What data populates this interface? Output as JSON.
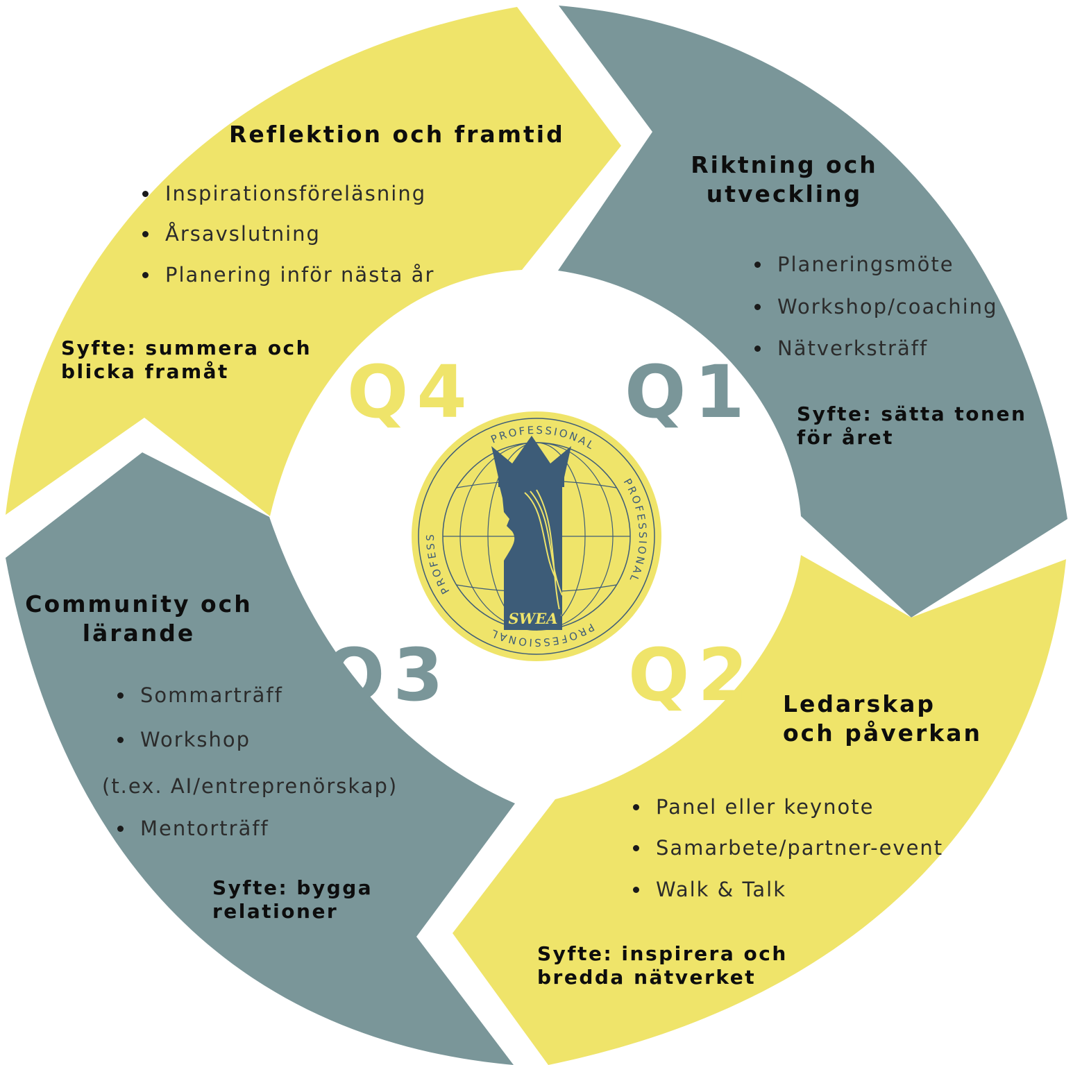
{
  "colors": {
    "yellow": "#efe46a",
    "slate": "#7a9699",
    "navy": "#3d5c78",
    "text": "#0d0d0d"
  },
  "quarters": [
    {
      "id": "Q1",
      "label": "Q1",
      "title": "Riktning och utveckling",
      "items": [
        "Planeringsmöte",
        "Workshop/coaching",
        "Nätverksträff"
      ],
      "purpose": "Syfte: sätta tonen för året"
    },
    {
      "id": "Q2",
      "label": "Q2",
      "title": "Ledarskap och påverkan",
      "items": [
        "Panel eller keynote",
        "Samarbete/partner-event",
        "Walk & Talk"
      ],
      "purpose": "Syfte: inspirera och bredda nätverket"
    },
    {
      "id": "Q3",
      "label": "Q3",
      "title": "Community och lärande",
      "items": [
        "Sommarträff",
        "Workshop",
        "(t.ex. AI/entreprenörskap)",
        "Mentorträff"
      ],
      "purpose": "Syfte: bygga relationer"
    },
    {
      "id": "Q4",
      "label": "Q4",
      "title": "Reflektion och framtid",
      "items": [
        "Inspirationsföreläsning",
        "Årsavslutning",
        "Planering inför nästa år"
      ],
      "purpose": "Syfte: summera och blicka framåt"
    }
  ],
  "logo": {
    "ring_text": "PROFESSIONAL",
    "wordmark": "SWEA"
  }
}
